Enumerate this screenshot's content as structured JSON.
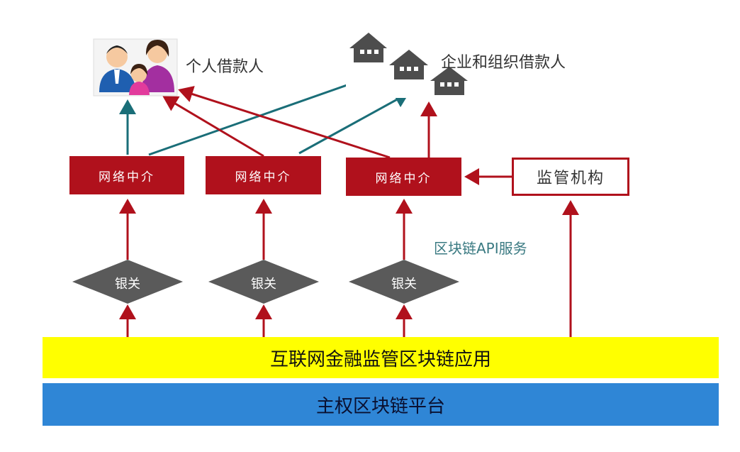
{
  "borrowers": {
    "individual": "个人借款人",
    "enterprise": "企业和组织借款人"
  },
  "intermediaries": [
    "网络中介",
    "网络中介",
    "网络中介"
  ],
  "regulator": "监管机构",
  "gateways": [
    "银关",
    "银关",
    "银关"
  ],
  "api_service": "区块链API服务",
  "application_layer": "互联网金融监管区块链应用",
  "platform_layer": "主权区块链平台",
  "colors": {
    "red_arrow": "#b0111c",
    "teal_arrow": "#1a6e78",
    "intermediary_fill": "#b0111c",
    "gateway_fill": "#5a5a5a",
    "application_band": "#ffff00",
    "platform_band": "#2f86d6",
    "api_text": "#3a7a82"
  }
}
